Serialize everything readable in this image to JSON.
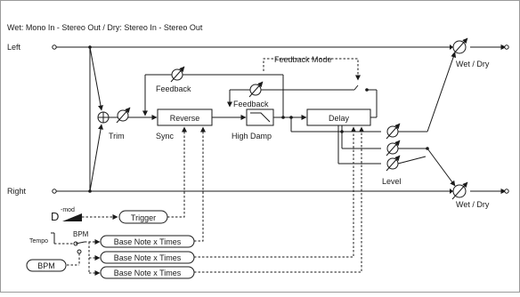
{
  "diagram": {
    "header": "Wet: Mono In - Stereo Out  /  Dry: Stereo In - Stereo Out",
    "inputs": {
      "left": "Left",
      "right": "Right"
    },
    "outputs": {
      "wet_dry_top": "Wet / Dry",
      "wet_dry_bottom": "Wet / Dry"
    },
    "blocks": {
      "reverse": "Reverse",
      "delay": "Delay",
      "trigger": "Trigger",
      "bpm": "BPM",
      "base_note_1": "Base Note x Times",
      "base_note_2": "Base Note x Times",
      "base_note_3": "Base Note x Times"
    },
    "labels": {
      "feedback_outer": "Feedback",
      "feedback_inner": "Feedback",
      "feedback_mode": "Feedback Mode",
      "trim": "Trim",
      "sync": "Sync",
      "high_damp": "High Damp",
      "level": "Level",
      "dmod_d": "D",
      "dmod_sup": "-mod",
      "tempo": "Tempo",
      "bpm_switch": "BPM"
    }
  }
}
